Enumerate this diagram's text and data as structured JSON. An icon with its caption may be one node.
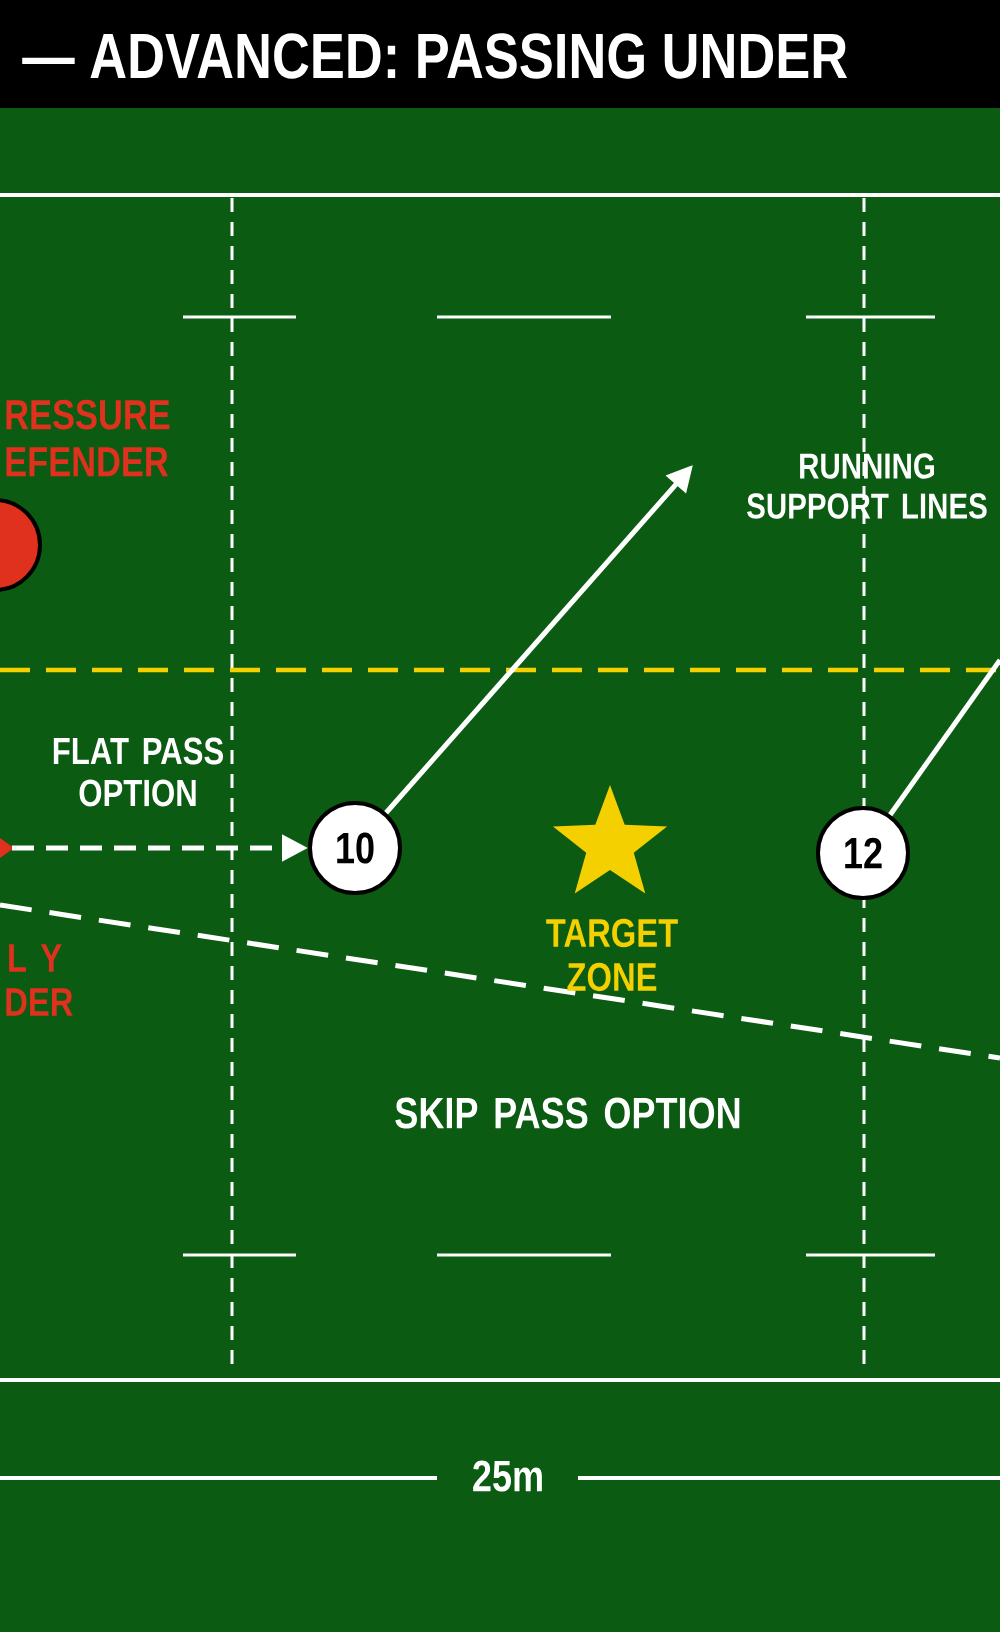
{
  "diagram": {
    "title": "— ADVANCED: PASSING UNDER",
    "nodes": [
      {
        "text": [],
        "shape": "circle"
      },
      {
        "text": [
          "10"
        ]
      },
      {
        "text": [
          "12"
        ]
      }
    ],
    "edges": [
      {
        "from": null,
        "to": 1,
        "arrow": "to",
        "style": "dashed"
      },
      {
        "from": 1,
        "to": null,
        "arrow": "to"
      },
      {
        "from": 2,
        "to": null,
        "arrow": "none"
      }
    ],
    "labels": [
      "RESSURE EFENDER",
      "RUNNING SUPPORT LINES",
      "FLAT PASS OPTION",
      "TARGET ZONE",
      "L Y DER",
      "SKIP PASS OPTION",
      "25m"
    ]
  }
}
